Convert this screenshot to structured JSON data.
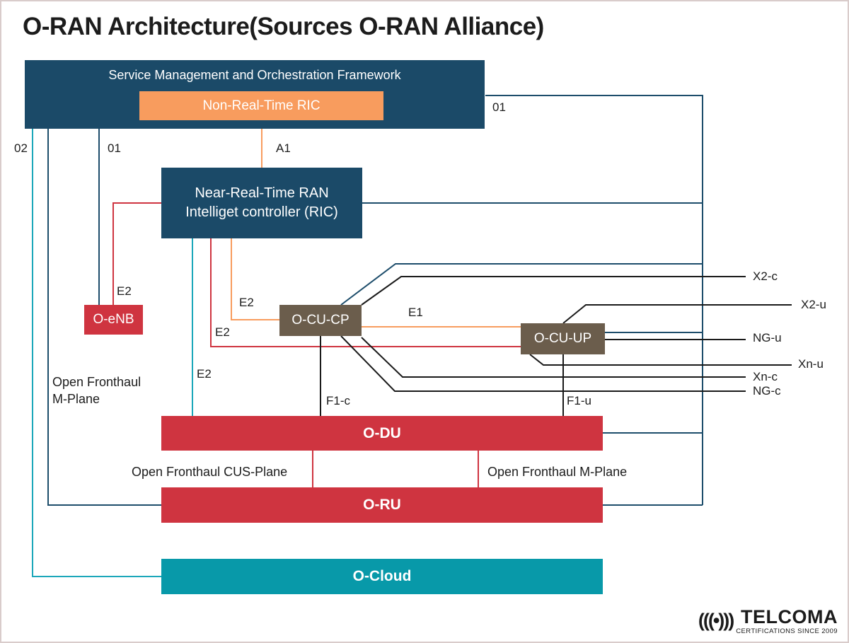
{
  "title": "O-RAN Architecture(Sources O-RAN Alliance)",
  "colors": {
    "dark_blue": "#1d4d6b",
    "orange": "#f89c5e",
    "red": "#cf3440",
    "brown": "#6b5d4c",
    "teal_box": "#0899a9",
    "teal_line": "#1ca7ba",
    "black_line": "#1a1a1a"
  },
  "boxes": {
    "smo": "Service Management and Orchestration Framework",
    "non_rt_ric": "Non-Real-Time RIC",
    "near_rt_ric_line1": "Near-Real-Time RAN",
    "near_rt_ric_line2": "Intelliget controller (RIC)",
    "o_enb": "O-eNB",
    "o_cu_cp": "O-CU-CP",
    "o_cu_up": "O-CU-UP",
    "o_du": "O-DU",
    "o_ru": "O-RU",
    "o_cloud": "O-Cloud"
  },
  "labels": {
    "o2_left": "02",
    "o1_left": "01",
    "a1": "A1",
    "o1_right": "01",
    "e2_oenb": "E2",
    "e2_orange": "E2",
    "e2_red": "E2",
    "e2_teal": "E2",
    "e1": "E1",
    "f1c": "F1-c",
    "f1u": "F1-u",
    "x2c": "X2-c",
    "x2u": "X2-u",
    "ngu": "NG-u",
    "xnu": "Xn-u",
    "xnc": "Xn-c",
    "ngc": "NG-c",
    "fronthaul_m_left_line1": "Open Fronthaul",
    "fronthaul_m_left_line2": "M-Plane",
    "fronthaul_cus": "Open Fronthaul CUS-Plane",
    "fronthaul_m_right": "Open Fronthaul M-Plane"
  },
  "logo": {
    "icon": "(((•)))",
    "name": "TELCOMA",
    "tagline": "CERTIFICATIONS SINCE 2009"
  }
}
